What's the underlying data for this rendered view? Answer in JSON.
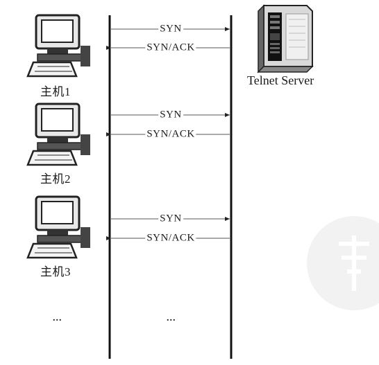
{
  "hosts": [
    {
      "label": "主机1",
      "messages": {
        "request": "SYN",
        "reply": "SYN/ACK"
      }
    },
    {
      "label": "主机2",
      "messages": {
        "request": "SYN",
        "reply": "SYN/ACK"
      }
    },
    {
      "label": "主机3",
      "messages": {
        "request": "SYN",
        "reply": "SYN/ACK"
      }
    }
  ],
  "server": {
    "label": "Telnet Server"
  },
  "continuation": {
    "left": "...",
    "middle": "..."
  }
}
